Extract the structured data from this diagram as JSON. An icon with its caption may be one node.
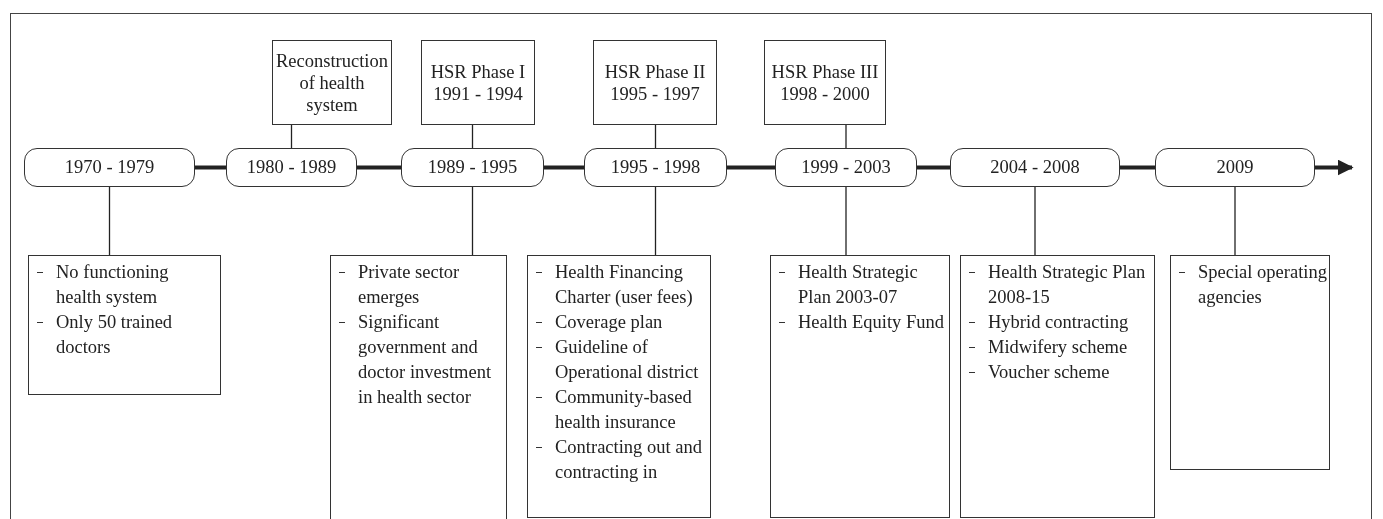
{
  "diagram": {
    "nodes": [
      {
        "text": [
          "Reconstruction of health system"
        ]
      },
      {
        "text": [
          "HSR Phase I",
          "1991 - 1994"
        ]
      },
      {
        "text": [
          "HSR Phase II",
          "1995 - 1997"
        ]
      },
      {
        "text": [
          "HSR Phase III",
          "1998 - 2000"
        ]
      },
      {
        "text": [
          "1970 - 1979"
        ]
      },
      {
        "text": [
          "1980 - 1989"
        ]
      },
      {
        "text": [
          "1989 - 1995"
        ]
      },
      {
        "text": [
          "1995 - 1998"
        ]
      },
      {
        "text": [
          "1999 - 2003"
        ]
      },
      {
        "text": [
          "2004 - 2008"
        ]
      },
      {
        "text": [
          "2009"
        ]
      },
      {
        "text": [
          "No functioning health system",
          "Only 50 trained doctors"
        ]
      },
      {
        "text": [
          "Private sector emerges",
          "Significant government and doctor investment in health sector"
        ]
      },
      {
        "text": [
          "Health Financing Charter (user fees)",
          "Coverage plan",
          "Guideline of Operational district",
          "Community-based health insurance",
          "Contracting out and contracting in"
        ]
      },
      {
        "text": [
          "Health Strategic Plan 2003-07",
          "Health Equity Fund"
        ]
      },
      {
        "text": [
          "Health Strategic Plan 2008-15",
          "Hybrid contracting",
          "Midwifery scheme",
          "Voucher scheme"
        ]
      },
      {
        "text": [
          "Special operating agencies"
        ]
      }
    ],
    "edges": [
      {
        "from": 4,
        "to": 5,
        "arrow": "none",
        "style": "thick"
      },
      {
        "from": 5,
        "to": 6,
        "arrow": "none",
        "style": "thick"
      },
      {
        "from": 6,
        "to": 7,
        "arrow": "none",
        "style": "thick"
      },
      {
        "from": 7,
        "to": 8,
        "arrow": "none",
        "style": "thick"
      },
      {
        "from": 8,
        "to": 9,
        "arrow": "none",
        "style": "thick"
      },
      {
        "from": 9,
        "to": 10,
        "arrow": "none",
        "style": "thick"
      },
      {
        "from": 10,
        "to": null,
        "arrow": "to",
        "style": "thick"
      },
      {
        "from": 0,
        "to": 5,
        "arrow": "none"
      },
      {
        "from": 1,
        "to": 6,
        "arrow": "none"
      },
      {
        "from": 2,
        "to": 7,
        "arrow": "none"
      },
      {
        "from": 3,
        "to": 8,
        "arrow": "none"
      },
      {
        "from": 4,
        "to": 11,
        "arrow": "none"
      },
      {
        "from": 6,
        "to": 12,
        "arrow": "none"
      },
      {
        "from": 7,
        "to": 13,
        "arrow": "none"
      },
      {
        "from": 8,
        "to": 14,
        "arrow": "none"
      },
      {
        "from": 9,
        "to": 15,
        "arrow": "none"
      },
      {
        "from": 10,
        "to": 16,
        "arrow": "none"
      }
    ]
  }
}
